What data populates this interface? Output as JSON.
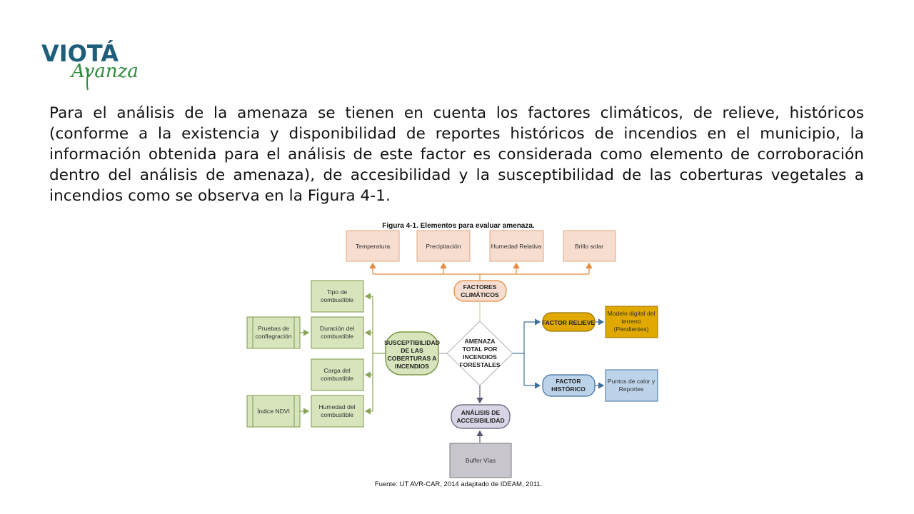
{
  "logo": {
    "word": "VIOTÁ",
    "tagline": "Avanza"
  },
  "paragraph": "Para el análisis de la amenaza se tienen en cuenta los factores climáticos, de relieve, históricos (conforme a la existencia y disponibilidad de reportes históricos de incendios en el municipio, la información obtenida para el análisis de este factor es considerada como elemento de corroboración dentro del análisis de amenaza), de accesibilidad y la susceptibilidad de las coberturas vegetales a incendios como se observa en la Figura 4-1.",
  "figure": {
    "title": "Figura 4-1. Elementos para evaluar amenaza.",
    "source": "Fuente: UT AVR-CAR, 2014 adaptado de IDEAM, 2011.",
    "climate_vars": [
      "Temperatura",
      "Precipitación",
      "Humedad Relativa",
      "Brillo solar"
    ],
    "factores_climaticos": [
      "FACTORES",
      "CLIMÁTICOS"
    ],
    "amenaza": [
      "AMENAZA",
      "TOTAL POR",
      "INCENDIOS",
      "FORESTALES"
    ],
    "susceptibilidad": [
      "SUSCEPTIBILIDAD",
      "DE LAS",
      "COBERTURAS A",
      "INCENDIOS"
    ],
    "fuel_boxes": [
      [
        "Tipo de",
        "combustible"
      ],
      [
        "Duración del",
        "combustible"
      ],
      [
        "Carga del",
        "combustible"
      ],
      [
        "Humedad del",
        "combustible"
      ]
    ],
    "side_boxes": [
      [
        "Pruebas de",
        "conflagración"
      ],
      [
        "Índice NDVI"
      ]
    ],
    "factor_relieve": "FACTOR RELIEVE",
    "modelo_digital": [
      "Modelo digital del",
      "terreno",
      "(Pendientes)"
    ],
    "factor_historico": [
      "FACTOR",
      "HISTÓRICO"
    ],
    "puntos_calor": [
      "Puntos de calor y",
      "Reportes"
    ],
    "accesibilidad": [
      "ANÁLISIS DE",
      "ACCESIBILIDAD"
    ],
    "buffer": "Buffer Vías"
  },
  "colors": {
    "orange": "#f6ddd0",
    "orange_stroke": "#e0a77f",
    "orange_line": "#e58a3a",
    "green": "#d8e4bc",
    "green_stroke": "#7d9a4a",
    "green_line": "#8aa556",
    "blue_line": "#3f6f9e",
    "relieve": "#e1a800",
    "relieve_stroke": "#9c7400",
    "historico": "#bcd3ea",
    "lav": "#d9d5e6",
    "buffer": "#c8c6cc",
    "brand_green": "#2e8b3a",
    "brand_blue": "#1d5e7a"
  }
}
